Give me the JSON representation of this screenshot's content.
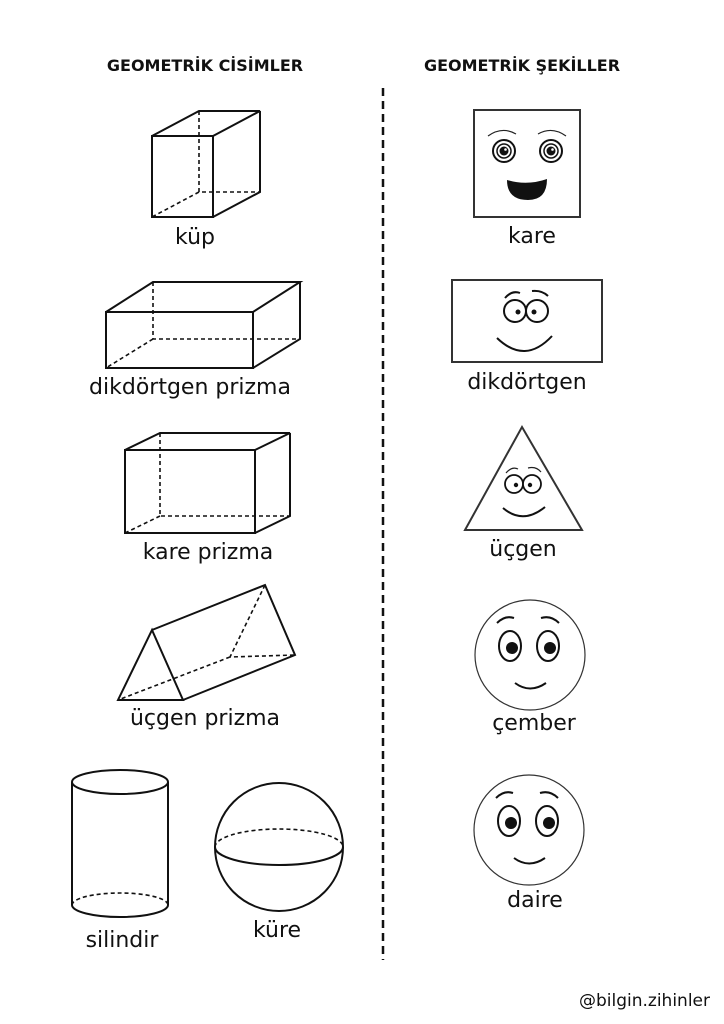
{
  "headers": {
    "left": "GEOMETRİK CİSİMLER",
    "right": "GEOMETRİK ŞEKİLLER"
  },
  "solids": [
    {
      "label": "küp",
      "icon": "cube-icon"
    },
    {
      "label": "dikdörtgen prizma",
      "icon": "rectangular-prism-icon"
    },
    {
      "label": "kare prizma",
      "icon": "square-prism-icon"
    },
    {
      "label": "üçgen prizma",
      "icon": "triangular-prism-icon"
    },
    {
      "label": "silindir",
      "icon": "cylinder-icon"
    },
    {
      "label": "küre",
      "icon": "sphere-icon"
    }
  ],
  "shapes": [
    {
      "label": "kare",
      "icon": "square-face-icon"
    },
    {
      "label": "dikdörtgen",
      "icon": "rectangle-face-icon"
    },
    {
      "label": "üçgen",
      "icon": "triangle-face-icon"
    },
    {
      "label": "çember",
      "icon": "circle-outline-face-icon"
    },
    {
      "label": "daire",
      "icon": "disc-face-icon"
    }
  ],
  "footer": "@bilgin.zihinler"
}
